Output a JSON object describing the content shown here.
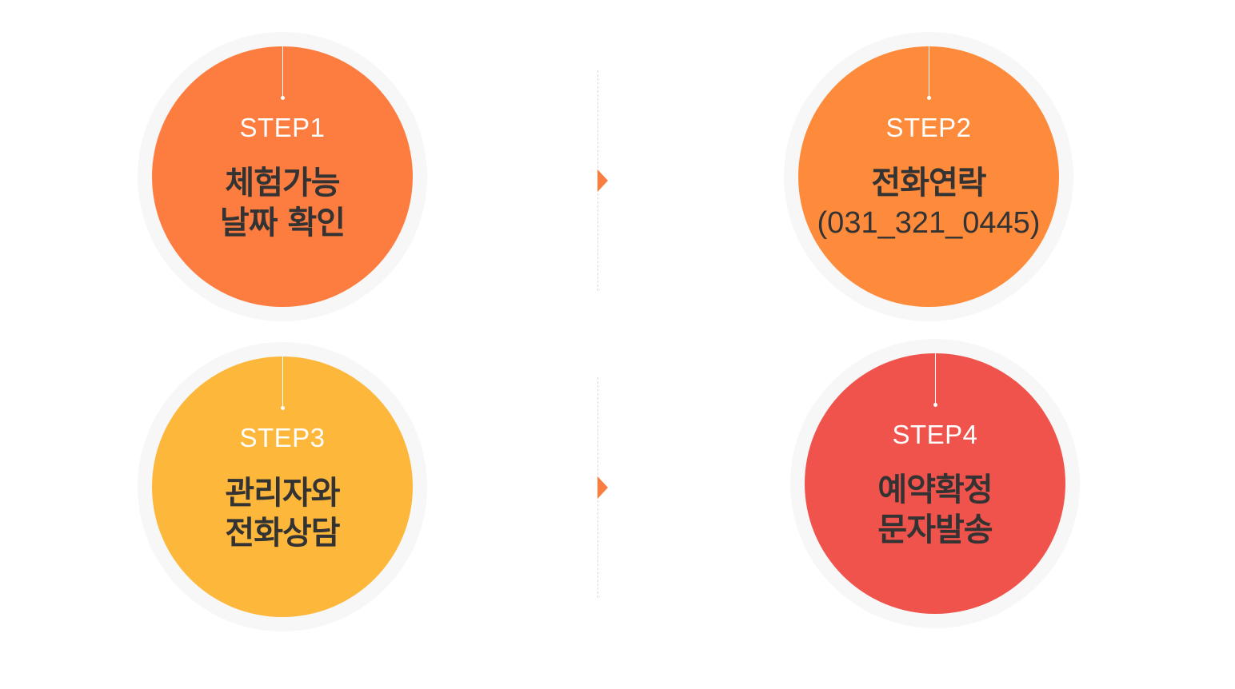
{
  "steps": [
    {
      "label": "STEP1",
      "title_line1": "체험가능",
      "title_line2": "날짜 확인",
      "color": "#fd7d41"
    },
    {
      "label": "STEP2",
      "title_line1": "전화연락",
      "title_line2": "(031_321_0445)",
      "color": "#fe8b3b"
    },
    {
      "label": "STEP3",
      "title_line1": "관리자와",
      "title_line2": "전화상담",
      "color": "#fdb73a"
    },
    {
      "label": "STEP4",
      "title_line1": "예약확정",
      "title_line2": "문자발송",
      "color": "#ef534b"
    }
  ],
  "colors": {
    "ring": "#f7f7f7",
    "arrow": "#fa7c3f",
    "divider": "#d9d9d9",
    "title_text": "#333333",
    "label_text": "#ffffff"
  },
  "icons": {
    "connector": "triangle-right-arrow"
  }
}
